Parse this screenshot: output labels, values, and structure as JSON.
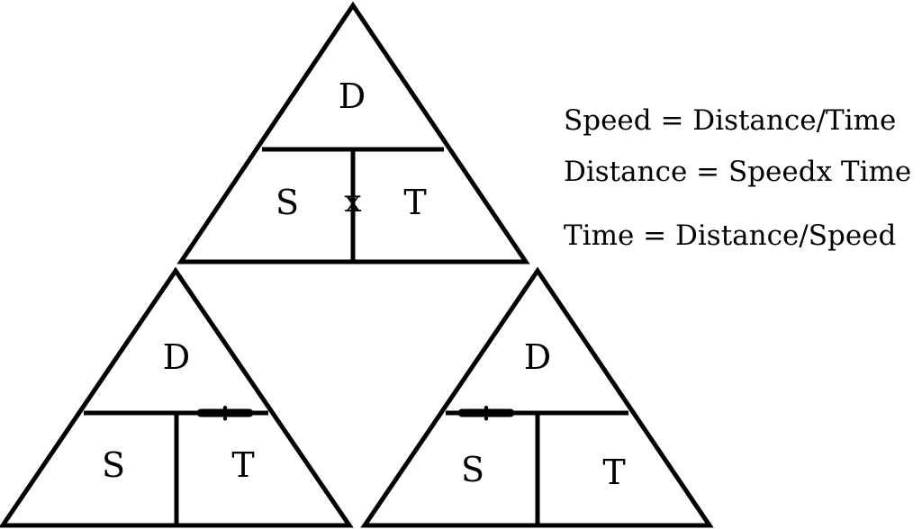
{
  "triangles": [
    {
      "top": "D",
      "left": "S",
      "right": "T",
      "operator": "x"
    },
    {
      "top": "D",
      "left": "S",
      "right": "T",
      "operator": "÷"
    },
    {
      "top": "D",
      "left": "S",
      "right": "T",
      "operator": "÷"
    }
  ],
  "formulas": [
    "Speed = Distance/Time",
    "Distance = Speedx Time",
    "Time = Distance/Speed"
  ],
  "colors": {
    "stroke": "#000000",
    "background": "#ffffff"
  }
}
